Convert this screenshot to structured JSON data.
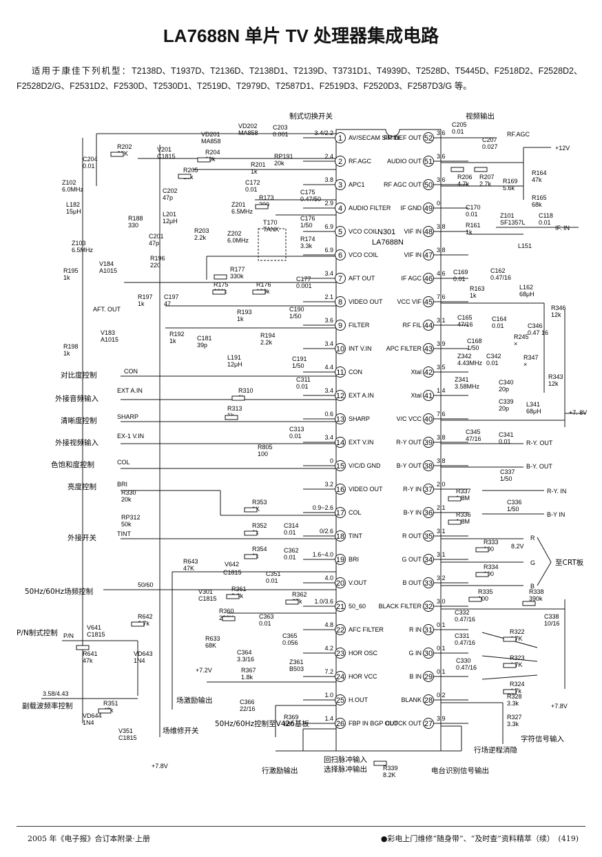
{
  "title": "LA7688N 单片 TV 处理器集成电路",
  "models_lead": "适用于康佳下列机型：",
  "models_list": "T2138D、T1937D、T2136D、T2138D1、T2139D、T3731D1、T4939D、T2528D、T5445D、F2518D2、F2528D2、F2528D2/G、F2531D2、F2530D、T2530D1、T2519D、T2979D、T2587D1、F2519D3、F2520D3、F2587D3/G 等。",
  "ic": {
    "ref": "N301",
    "part": "LA7688N"
  },
  "left_pins": [
    {
      "n": "1",
      "label": "AV/SECAM SIF IN",
      "v": "3.4/2.2"
    },
    {
      "n": "2",
      "label": "RF.AGC",
      "v": "2.4"
    },
    {
      "n": "3",
      "label": "APC1",
      "v": "3.8"
    },
    {
      "n": "4",
      "label": "AUDIO FILTER",
      "v": "2.9"
    },
    {
      "n": "5",
      "label": "VCO COIL",
      "v": "6.9"
    },
    {
      "n": "6",
      "label": "VCO COIL",
      "v": "6.9"
    },
    {
      "n": "7",
      "label": "AFT OUT",
      "v": "3.4"
    },
    {
      "n": "8",
      "label": "VIDEO OUT",
      "v": "2.1"
    },
    {
      "n": "9",
      "label": "FILTER",
      "v": "3.6"
    },
    {
      "n": "10",
      "label": "INT V.IN",
      "v": "3.4"
    },
    {
      "n": "11",
      "label": "CON",
      "v": "4.4"
    },
    {
      "n": "12",
      "label": "EXT A.IN",
      "v": "3.4"
    },
    {
      "n": "13",
      "label": "SHARP",
      "v": "0.6"
    },
    {
      "n": "14",
      "label": "EXT V.IN",
      "v": "3.4"
    },
    {
      "n": "15",
      "label": "V/C/D GND",
      "v": "0"
    },
    {
      "n": "16",
      "label": "VIDEO OUT",
      "v": "3.2"
    },
    {
      "n": "17",
      "label": "COL",
      "v": "0.9~2.6"
    },
    {
      "n": "18",
      "label": "TINT",
      "v": "0/2.6"
    },
    {
      "n": "19",
      "label": "BRI",
      "v": "1.6~4.0"
    },
    {
      "n": "20",
      "label": "V.OUT",
      "v": "4.0"
    },
    {
      "n": "21",
      "label": "50_60",
      "v": "1.0/3.6"
    },
    {
      "n": "22",
      "label": "AFC FILTER",
      "v": "4.8"
    },
    {
      "n": "23",
      "label": "HOR OSC",
      "v": "4.2"
    },
    {
      "n": "24",
      "label": "HOR VCC",
      "v": "7.2"
    },
    {
      "n": "25",
      "label": "H.OUT",
      "v": "1.0"
    },
    {
      "n": "26",
      "label": "FBP IN BGP OUT",
      "v": "1.4"
    }
  ],
  "right_pins": [
    {
      "n": "52",
      "label": "FM DEF OUT",
      "v": "3.6"
    },
    {
      "n": "51",
      "label": "AUDIO OUT",
      "v": "3.6"
    },
    {
      "n": "50",
      "label": "RF AGC OUT",
      "v": "3.6"
    },
    {
      "n": "49",
      "label": "IF GND",
      "v": "0"
    },
    {
      "n": "48",
      "label": "VIF IN",
      "v": "3.8"
    },
    {
      "n": "47",
      "label": "VIF IN",
      "v": "3.8"
    },
    {
      "n": "46",
      "label": "IF AGC",
      "v": "4.6"
    },
    {
      "n": "45",
      "label": "VCC VIF",
      "v": "7.6"
    },
    {
      "n": "44",
      "label": "RF FIL",
      "v": "3.1"
    },
    {
      "n": "43",
      "label": "APC FILTER",
      "v": "3.9"
    },
    {
      "n": "42",
      "label": "Xtal",
      "v": "3.5"
    },
    {
      "n": "41",
      "label": "Xtal",
      "v": "1.4"
    },
    {
      "n": "40",
      "label": "V/C VCC",
      "v": "7.6"
    },
    {
      "n": "39",
      "label": "R-Y OUT",
      "v": "3.8"
    },
    {
      "n": "38",
      "label": "B-Y OUT",
      "v": "3.8"
    },
    {
      "n": "37",
      "label": "R-Y IN",
      "v": "2.0"
    },
    {
      "n": "36",
      "label": "B-Y IN",
      "v": "2.1"
    },
    {
      "n": "35",
      "label": "R OUT",
      "v": "3.1"
    },
    {
      "n": "34",
      "label": "G OUT",
      "v": "3.1"
    },
    {
      "n": "33",
      "label": "B OUT",
      "v": "3.2"
    },
    {
      "n": "32",
      "label": "BLACK FILTER",
      "v": "3.0"
    },
    {
      "n": "31",
      "label": "R IN",
      "v": "0.1"
    },
    {
      "n": "30",
      "label": "G IN",
      "v": "0.1"
    },
    {
      "n": "29",
      "label": "B IN",
      "v": "0.1"
    },
    {
      "n": "28",
      "label": "BLANK",
      "v": "0.2"
    },
    {
      "n": "27",
      "label": "CLOCK OUT",
      "v": "3.9"
    }
  ],
  "labels_cn": {
    "mode_switch": "制式切换开关",
    "video_out": "视频输出",
    "rf_agc": "RF.AGC",
    "v12": "+12V",
    "if_in": "IF. IN",
    "aft_out": "AFT. OUT",
    "contrast": "对比度控制",
    "ext_audio": "外接音频输入",
    "sharp": "清晰度控制",
    "ext_video": "外接视频输入",
    "color": "色饱和度控制",
    "bright": "亮度控制",
    "ext_switch": "外接开关",
    "field_ctrl": "50Hz/60Hz场频控制",
    "pn_ctrl": "P/N制式控制",
    "sub_freq": "副载波频率控制",
    "v72": "+7.2V",
    "v78": "+7.8V",
    "field_drive": "场激励输出",
    "field_switch": "场维修开关",
    "field_ctrl2": "50Hz/60Hz控制至V426基板",
    "h_drive": "行激励输出",
    "flyback": "回扫脉冲输入",
    "gate": "选择脉冲输出",
    "station_id": "电台识别信号输出",
    "retrace_blank": "行场逆程消隐",
    "char_in": "字符信号输入",
    "crt": "至CRT板",
    "r_y_out": "R-Y. OUT",
    "b_y_out": "B-Y. OUT",
    "r_y_in": "R-Y. IN",
    "b_y_in": "B-Y IN"
  },
  "components": {
    "r202": "R202 22K",
    "v201": "V201 C1815",
    "c204": "C204 0.01",
    "z102": "Z102 6.0MHz",
    "l182": "L182 15μH",
    "r188": "R188 330",
    "c202": "C202 47p",
    "l201": "L201 12μH",
    "z103": "Z103 6.5MHz",
    "r203": "R203 2.2k",
    "z202": "Z202 6.0MHz",
    "z201": "Z201 6.5MHz",
    "vd201": "VD201 MA858",
    "vd202": "VD202 MA858",
    "r204": "R204 10k",
    "r205": "R205 10k",
    "c203": "C203 0.001",
    "r201": "R201 1k",
    "rp191": "RP191 20k",
    "c172": "C172 0.01",
    "r173": "R173 390",
    "c175": "C175 0.47/50",
    "c176": "C176 1/50",
    "t170": "T170 TANK",
    "r174": "R174 3.3k",
    "r177": "R177 330k",
    "r175": "R175 220k",
    "r176": "R176 120k",
    "c177": "C177 0.001",
    "v184": "V184 A1015",
    "r196": "R196 220",
    "r197": "R197 1k",
    "c197": "C197 47",
    "c201": "C201 47p",
    "r195": "R195 1k",
    "v183": "V183 A1015",
    "r198": "R198 1k",
    "r193": "R193 1k",
    "c190": "C190 1/50",
    "r192": "R192 1k",
    "c181": "C181 39p",
    "r194": "R194 2.2k",
    "l191": "L191 12μH",
    "c191": "C191 1/50",
    "r310": "R310 1k",
    "c311": "C311 0.01",
    "r313": "R313 1k",
    "c313": "C313 0.01",
    "r805": "R805 100",
    "r330": "R330 20k",
    "rp312": "RP312 50k",
    "r353": "R353 1K",
    "r352": "R352 1k",
    "c314": "C314 0.01",
    "r354": "R354 1k",
    "c362": "C362 0.01",
    "c351": "C351 0.01",
    "c1815": "C1815",
    "v642": "V642",
    "r643": "R643 47K",
    "r361": "R361 3.3k",
    "r362": "R362 27k",
    "v301": "V301 C1815",
    "r360": "R360 220K",
    "r633": "R633 68K",
    "c363": "C363 0.01",
    "r642": "R642 2.7k",
    "v641": "V641 C1815",
    "r641": "R641 47k",
    "vd643": "VD643 1N4",
    "c364": "C364 3.3/16",
    "c365": "C365 0.056",
    "z361": "Z361 B503",
    "r367": "R367 1.8k",
    "c366": "C366 22/16",
    "vd644": "VD644 1N4",
    "r351": "R351 47k",
    "v351": "V351 C1815",
    "r369": "R369 680",
    "r339": "R339 8.2K",
    "c205": "C205 0.01",
    "c207": "C207 0.027",
    "r206": "R206 4.7k",
    "r207": "R207 2.7k",
    "r169": "R169 5.6k",
    "r164": "R164 47k",
    "r165": "R165 68k",
    "c170": "C170 0.01",
    "r161": "R161 1k",
    "z101": "Z101 SF1357L",
    "c118": "C118 0.01",
    "l151": "L151",
    "c169": "C169 0.01",
    "c162": "C162 0.47/16",
    "r163": "R163 1k",
    "l162": "L162 68μH",
    "c165": "C165 47/16",
    "c164": "C164 0.01",
    "r346": "R346 12k",
    "c168": "C168 1/50",
    "r245": "R245 ×",
    "c346": "C346 0.47 16",
    "r347": "R347 ×",
    "z342": "Z342 4.43MHz",
    "c342": "C342 0.01",
    "z341": "Z341 3.58MHz",
    "c340": "C340 20p",
    "c339": "C339 20p",
    "r343": "R343 12k",
    "l341": "L341 68μH",
    "c345": "C345 47/16",
    "c341": "C341 0.01",
    "c337": "C337 1/50",
    "r337": "R337 1.8M",
    "c336": "C336 1/50",
    "r336": "R336 1.8M",
    "r333": "R333 100",
    "r334": "R334 100",
    "r335": "R335 100",
    "vz": "8.2V",
    "r338": "R338 390k",
    "c338": "C338 10/16",
    "c332": "C332 0.47/16",
    "r322": "R322 4.7K",
    "c331": "C331 0.47/16",
    "r323": "R323 4.7K",
    "c330": "C330 0.47/16",
    "r324": "R324 4.7k",
    "r328": "R328 3.3k",
    "r327": "R327 3.3k"
  },
  "misc": {
    "v78": "+7. 8V",
    "con": "CON",
    "ext_a": "EXT A.IN",
    "sharp": "SHARP",
    "ex_v": "EX-1 V.IN",
    "col": "COL",
    "bri": "BRI",
    "tint": "TINT",
    "fifty_sixty": "50/60",
    "pn": "P/N",
    "freq": "3.58/4.43",
    "r": "R",
    "g": "G",
    "b": "B",
    "v78b": "+7.8V"
  },
  "footer": {
    "left": "2005 年《电子报》合订本附录·上册",
    "right": "●彩电上门维修“随身带”、“及时查”资料精萃（续）　(419)"
  }
}
